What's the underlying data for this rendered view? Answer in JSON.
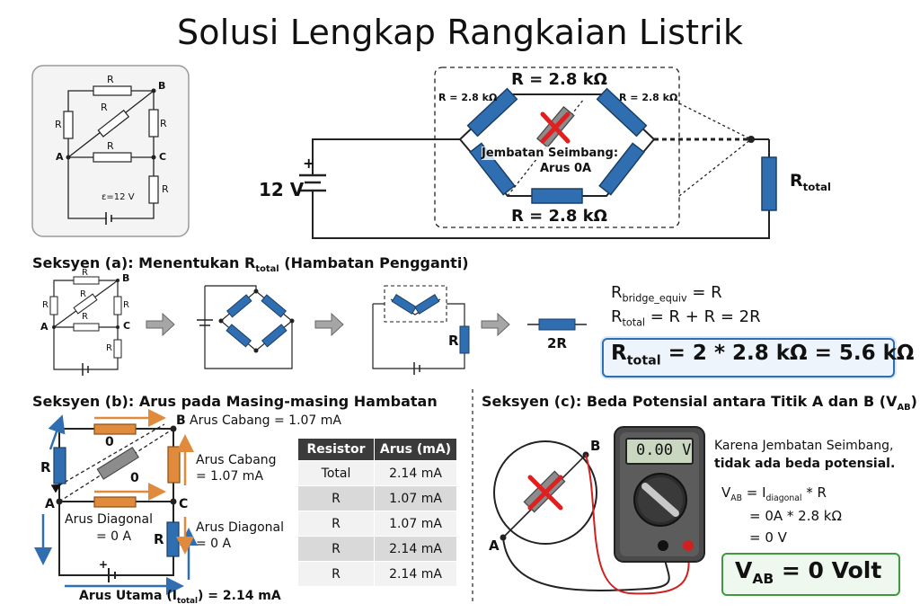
{
  "title": "Solusi Lengkap Rangkaian Listrik",
  "top": {
    "r_top": "R = 2.8 kΩ",
    "r_bottom": "R = 2.8 kΩ",
    "r_left": "R = 2.8 kΩ",
    "r_right": "R = 2.8 kΩ",
    "bridge_note_1": "Jembatan Seimbang:",
    "bridge_note_2": "Arus 0A",
    "voltage": "12 V",
    "plus": "+",
    "r_total_main": "R",
    "r_total_sub": "total"
  },
  "inset": {
    "r": "R",
    "a": "A",
    "b": "B",
    "c": "C",
    "emf": "ε=12 V"
  },
  "section_a": {
    "heading_pre": "Seksyen (a): Menentukan R",
    "heading_sub": "total",
    "heading_post": " (Hambatan Pengganti)",
    "eq1_main": "R",
    "eq1_sub": "bridge_equiv",
    "eq1_rest": " = R",
    "eq2_main": "R",
    "eq2_sub": "total",
    "eq2_rest": " = R + R = 2R",
    "result_main": "R",
    "result_sub": "total",
    "result_rest": " = 2 * 2.8 kΩ = 5.6 kΩ",
    "label_r": "R",
    "label_2r": "2R"
  },
  "section_b": {
    "heading": "Seksyen (b): Arus pada Masing-masing Hambatan",
    "branch_current_top": "Arus Cabang = 1.07 mA",
    "branch_current_side_1": "Arus Cabang",
    "branch_current_side_2": "= 1.07 mA",
    "diag_left_1": "Arus Diagonal",
    "diag_left_2": "= 0 A",
    "diag_right_1": "Arus Diagonal",
    "diag_right_2": "= 0 A",
    "zero_1": "0",
    "zero_2": "0",
    "main_current_pre": "Arus Utama (I",
    "main_current_sub": "total",
    "main_current_post": ") = 2.14 mA",
    "table": {
      "headers": [
        "Resistor",
        "Arus (mA)"
      ],
      "rows": [
        [
          "Total",
          "2.14 mA"
        ],
        [
          "R",
          "1.07 mA"
        ],
        [
          "R",
          "1.07 mA"
        ],
        [
          "R",
          "2.14 mA"
        ],
        [
          "R",
          "2.14 mA"
        ]
      ]
    }
  },
  "section_c": {
    "heading_pre": "Seksyen (c): Beda Potensial antara Titik A dan B (V",
    "heading_sub": "AB",
    "heading_post": ")",
    "meter_display": "0.00 V",
    "note_1": "Karena Jembatan Seimbang,",
    "note_2": "tidak ada beda potensial.",
    "eq1_pre": "V",
    "eq1_sub1": "AB",
    "eq1_mid": " = I",
    "eq1_sub2": "diagonal",
    "eq1_post": " * R",
    "eq2": "= 0A * 2.8 kΩ",
    "eq3": "= 0 V",
    "result_pre": "V",
    "result_sub": "AB",
    "result_post": " = 0 Volt"
  },
  "colors": {
    "resistor_blue": "#2f6fb1",
    "resistor_orange": "#e08a3c",
    "resistor_gray": "#8c8c8c",
    "arrow_blue": "#2f6fb1",
    "arrow_orange": "#e08a3c",
    "cross_red": "#e02020",
    "result_green": "#3f9a3f"
  }
}
